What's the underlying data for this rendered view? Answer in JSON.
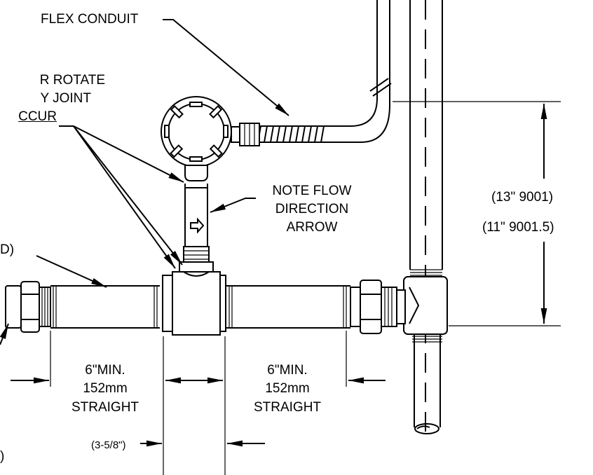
{
  "labels": {
    "flex_conduit": "FLEX CONDUIT",
    "rotate_line1": "R ROTATE",
    "rotate_line2": "Y JOINT",
    "rotate_line3": "CCUR",
    "note_line1": "NOTE FLOW",
    "note_line2": "DIRECTION",
    "note_line3": "ARROW",
    "dim_13": "(13\" 9001)",
    "dim_11": "(11\" 9001.5)",
    "left_paren_1": "D)",
    "left_paren_2": ")",
    "min_left_1": "6\"MIN.",
    "min_left_2": "152mm",
    "min_left_3": "STRAIGHT",
    "min_right_1": "6\"MIN.",
    "min_right_2": "152mm",
    "min_right_3": "STRAIGHT",
    "dim_358": "(3-5/8\")"
  },
  "colors": {
    "line": "#000000",
    "background": "#ffffff"
  },
  "icons": {
    "flow_arrow": "right-arrow-icon"
  }
}
